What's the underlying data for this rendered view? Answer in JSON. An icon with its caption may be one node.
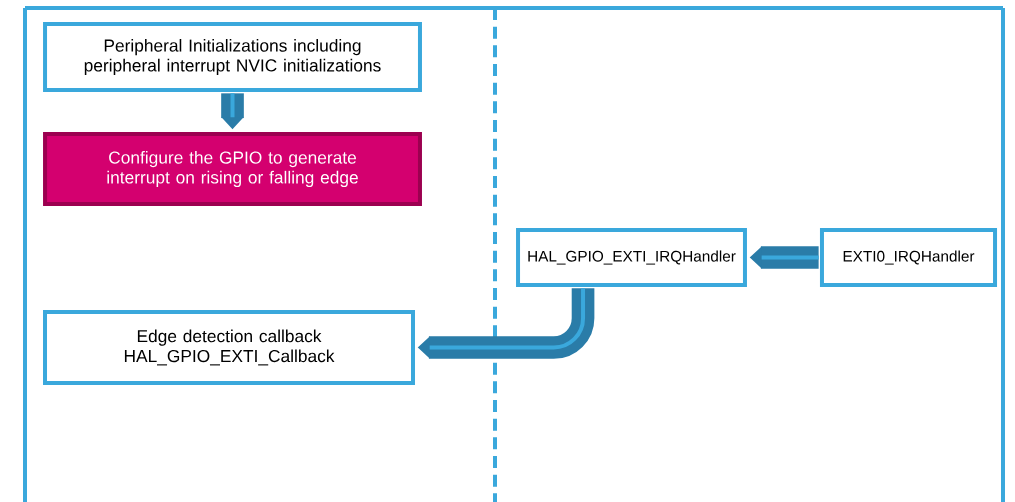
{
  "diagram": {
    "nodes": [
      {
        "text": [
          "Peripheral Initializations including peripheral interrupt NVIC initializations"
        ]
      },
      {
        "text": [
          "Configure the GPIO to generate interrupt on rising or falling edge"
        ]
      },
      {
        "text": [
          "HAL_GPIO_EXTI_IRQHandler"
        ]
      },
      {
        "text": [
          "EXTI0_IRQHandler"
        ]
      },
      {
        "text": [
          "Edge detection callback HAL_GPIO_EXTI_Callback"
        ]
      }
    ],
    "edges": [
      {
        "from": 0,
        "to": 1,
        "arrow": "to"
      },
      {
        "from": 3,
        "to": 2,
        "arrow": "to"
      },
      {
        "from": 2,
        "to": 4,
        "arrow": "to"
      }
    ]
  }
}
